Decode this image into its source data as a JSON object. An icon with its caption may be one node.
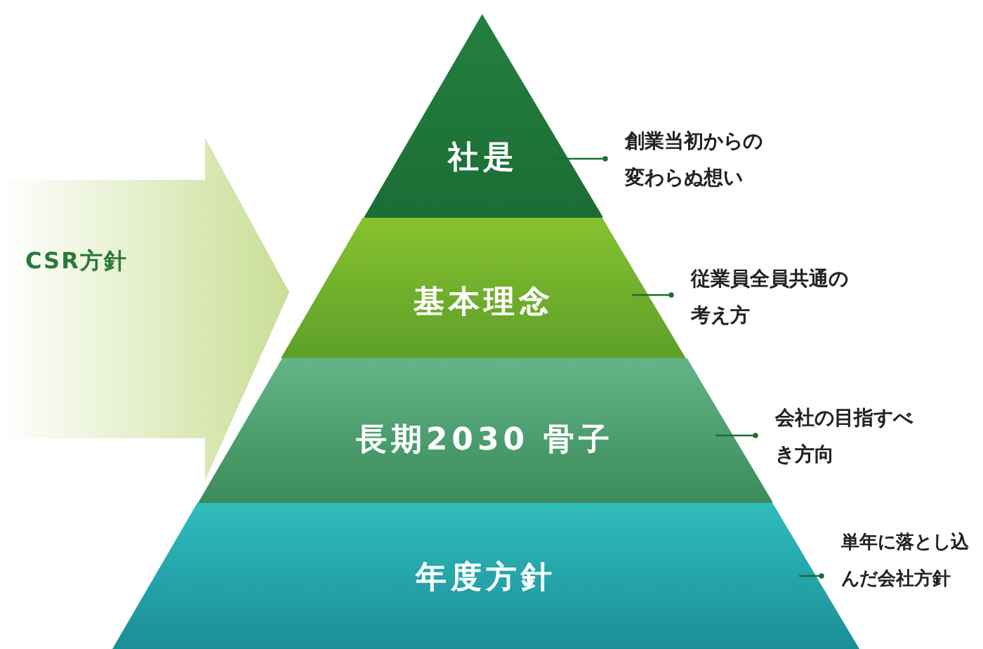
{
  "diagram": {
    "nodes": [
      {
        "text": [
          "社是"
        ]
      },
      {
        "text": [
          "創業当初からの変わらぬ想い"
        ]
      },
      {
        "text": [
          "基本理念"
        ]
      },
      {
        "text": [
          "従業員全員共通の考え方"
        ]
      },
      {
        "text": [
          "長期2030 骨子"
        ]
      },
      {
        "text": [
          "会社の目指すべき方向"
        ]
      },
      {
        "text": [
          "年度方針"
        ]
      },
      {
        "text": [
          "単年に落とし込んだ会社方針"
        ]
      },
      {
        "text": [
          "CSR方針"
        ]
      }
    ],
    "edges": [
      {
        "from": 0,
        "to": 1,
        "arrow": "other"
      },
      {
        "from": 2,
        "to": 3,
        "arrow": "other"
      },
      {
        "from": 4,
        "to": 5,
        "arrow": "other"
      },
      {
        "from": 6,
        "to": 7,
        "arrow": "other"
      }
    ]
  }
}
